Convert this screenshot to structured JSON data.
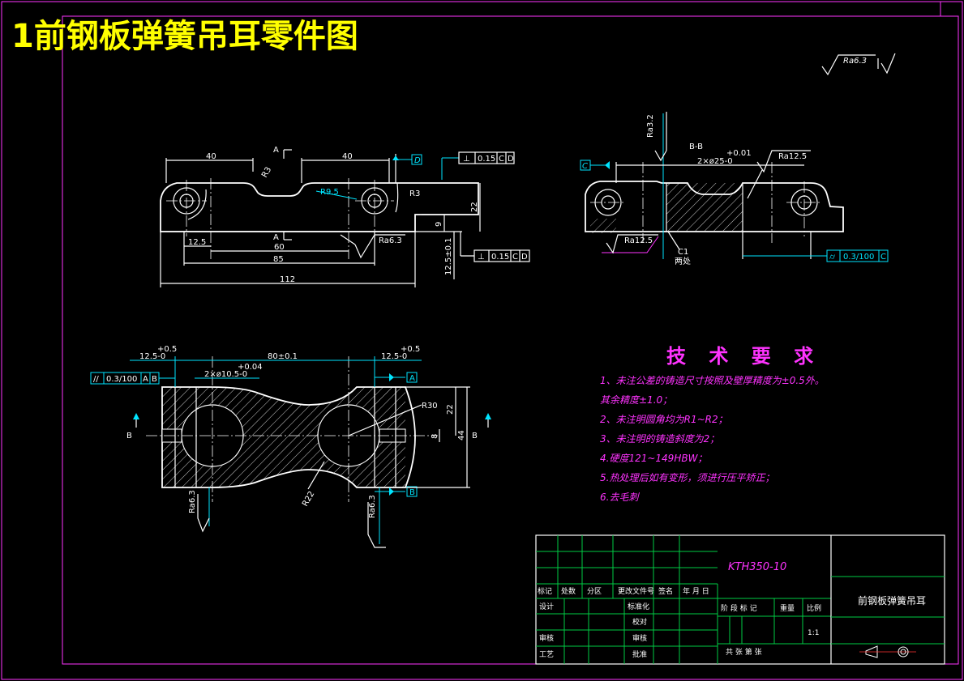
{
  "title": "1前钢板弹簧吊耳零件图",
  "surface_finish": {
    "corner_symbol": "Ra6.3",
    "top_view_ra": "Ra6.3",
    "section_ra_top": "Ra3.2",
    "section_ra_right": "Ra12.5",
    "section_ra_bottom": "Ra12.5",
    "plan_ra_left": "Ra6.3",
    "plan_ra_right": "Ra6.3"
  },
  "front_view": {
    "dims": {
      "d40_left": "40",
      "d40_right": "40",
      "r3_a": "R3",
      "r3_b": "R3",
      "r9_5": "R9.5",
      "d22": "22",
      "d9": "9",
      "d12_5": "12.5",
      "d60": "60",
      "d85": "85",
      "d112": "112",
      "d12_5_tol": "12.5±0.1",
      "section_mark_top": "A",
      "section_mark_bottom": "A"
    },
    "datum_d": "D",
    "fcf_top": [
      "⊥",
      "0.15",
      "C",
      "D"
    ],
    "fcf_bottom": [
      "⊥",
      "0.15",
      "C",
      "D"
    ]
  },
  "section_view": {
    "label": "B-B",
    "tol": "+0.01",
    "hole_dim": "2×ø25-0",
    "datum_c": "C",
    "chamfer": "C1",
    "chamfer_note": "两处",
    "fcf": [
      "⌭",
      "0.3/100",
      "C"
    ]
  },
  "plan_view": {
    "tol_left": "+0.5",
    "dim_left": "12.5-0",
    "tol_right": "+0.5",
    "dim_right": "12.5-0",
    "center_dist": "80±0.1",
    "hole_tol": "+0.04",
    "hole_dim": "2×ø10.5-0",
    "fcf": [
      "//",
      "0.3/100",
      "A",
      "B"
    ],
    "datum_a": "A",
    "datum_b": "B",
    "r30": "R30",
    "r22": "R22",
    "d22": "22",
    "d44": "44",
    "d8": "8",
    "section_b_left": "B",
    "section_b_right": "B"
  },
  "tech_req": {
    "heading": "技 术 要 求",
    "lines": [
      "1、未注公差的铸造尺寸按照及壁厚精度为±0.5外。",
      "其余精度±1.0；",
      "2、未注明圆角均为R1~R2；",
      "3、未注明的铸造斜度为2；",
      "4.硬度121~149HBW；",
      "5.热处理后如有变形，须进行压平矫正；",
      "6.去毛刺"
    ]
  },
  "title_block": {
    "code": "KTH350-10",
    "part_name": "前钢板弹簧吊耳",
    "row_labels": [
      "标记",
      "处数",
      "分区",
      "更改文件号",
      "签名",
      "年 月 日"
    ],
    "design": "设计",
    "standardize": "标准化",
    "stage_mark": "阶 段 标 记",
    "weight": "重量",
    "scale": "比例",
    "scale_value": "1:1",
    "review": "审核",
    "process": "工艺",
    "approve": "批准",
    "check": "审核",
    "checkb": "校对",
    "sheets": "共  张 第  张"
  },
  "colors": {
    "title": "#ffff00",
    "frame": "#ff33ff",
    "dimension": "#00e5ff",
    "grid": "#00cc44",
    "geometry": "#ffffff"
  }
}
